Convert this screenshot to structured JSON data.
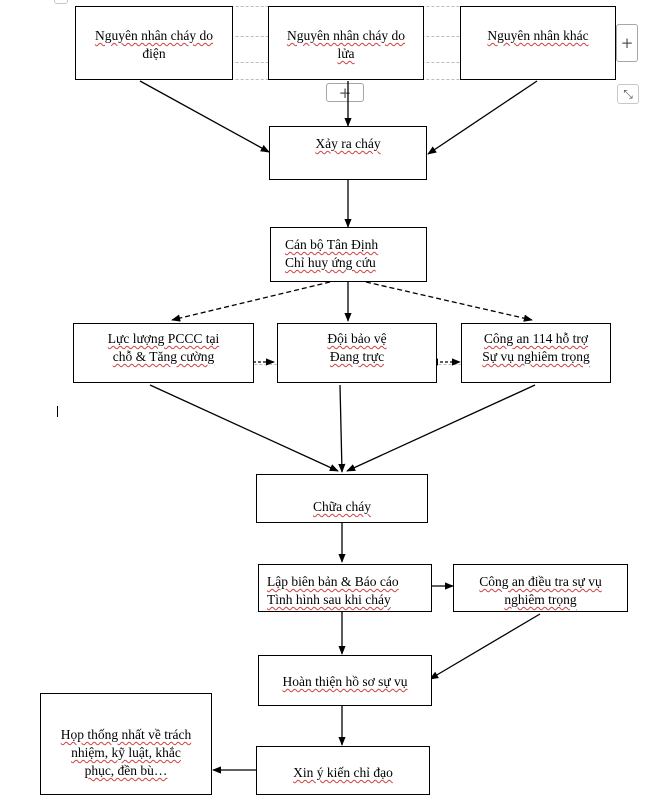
{
  "boxes": {
    "cause_electric": [
      "Nguyên nhân cháy do",
      "điện"
    ],
    "cause_fire": [
      "Nguyên nhân cháy do",
      "lửa"
    ],
    "cause_other": [
      "Nguyên nhân khác"
    ],
    "fire_occurs": [
      "Xảy ra cháy"
    ],
    "commander": [
      "Cán bộ Tân Định",
      "Chỉ huy ứng cứu"
    ],
    "pccc_force": [
      "Lực lượng PCCC tại",
      "chỗ & Tăng cường"
    ],
    "security_team": [
      "Đội bảo vệ",
      "Đang trực"
    ],
    "police_support": [
      "Công an 114 hỗ trợ",
      "Sự vụ nghiêm trọng"
    ],
    "firefighting": [
      "Chữa cháy"
    ],
    "report": [
      "Lập biên bản & Báo cáo",
      "Tình hình sau khi cháy"
    ],
    "police_investigation": [
      "Công an điều tra sự vụ",
      "nghiêm trọng"
    ],
    "complete_records": [
      "Hoàn thiện hồ sơ sự vụ"
    ],
    "request_guidance": [
      "Xin ý kiến chỉ đạo"
    ],
    "meeting": [
      "Họp thống nhất về trách",
      "nhiệm, kỹ luật, khắc",
      "phục, đền bù…"
    ]
  },
  "controls": {
    "add_column": "+",
    "add_row": "+",
    "resize": "⤡"
  }
}
